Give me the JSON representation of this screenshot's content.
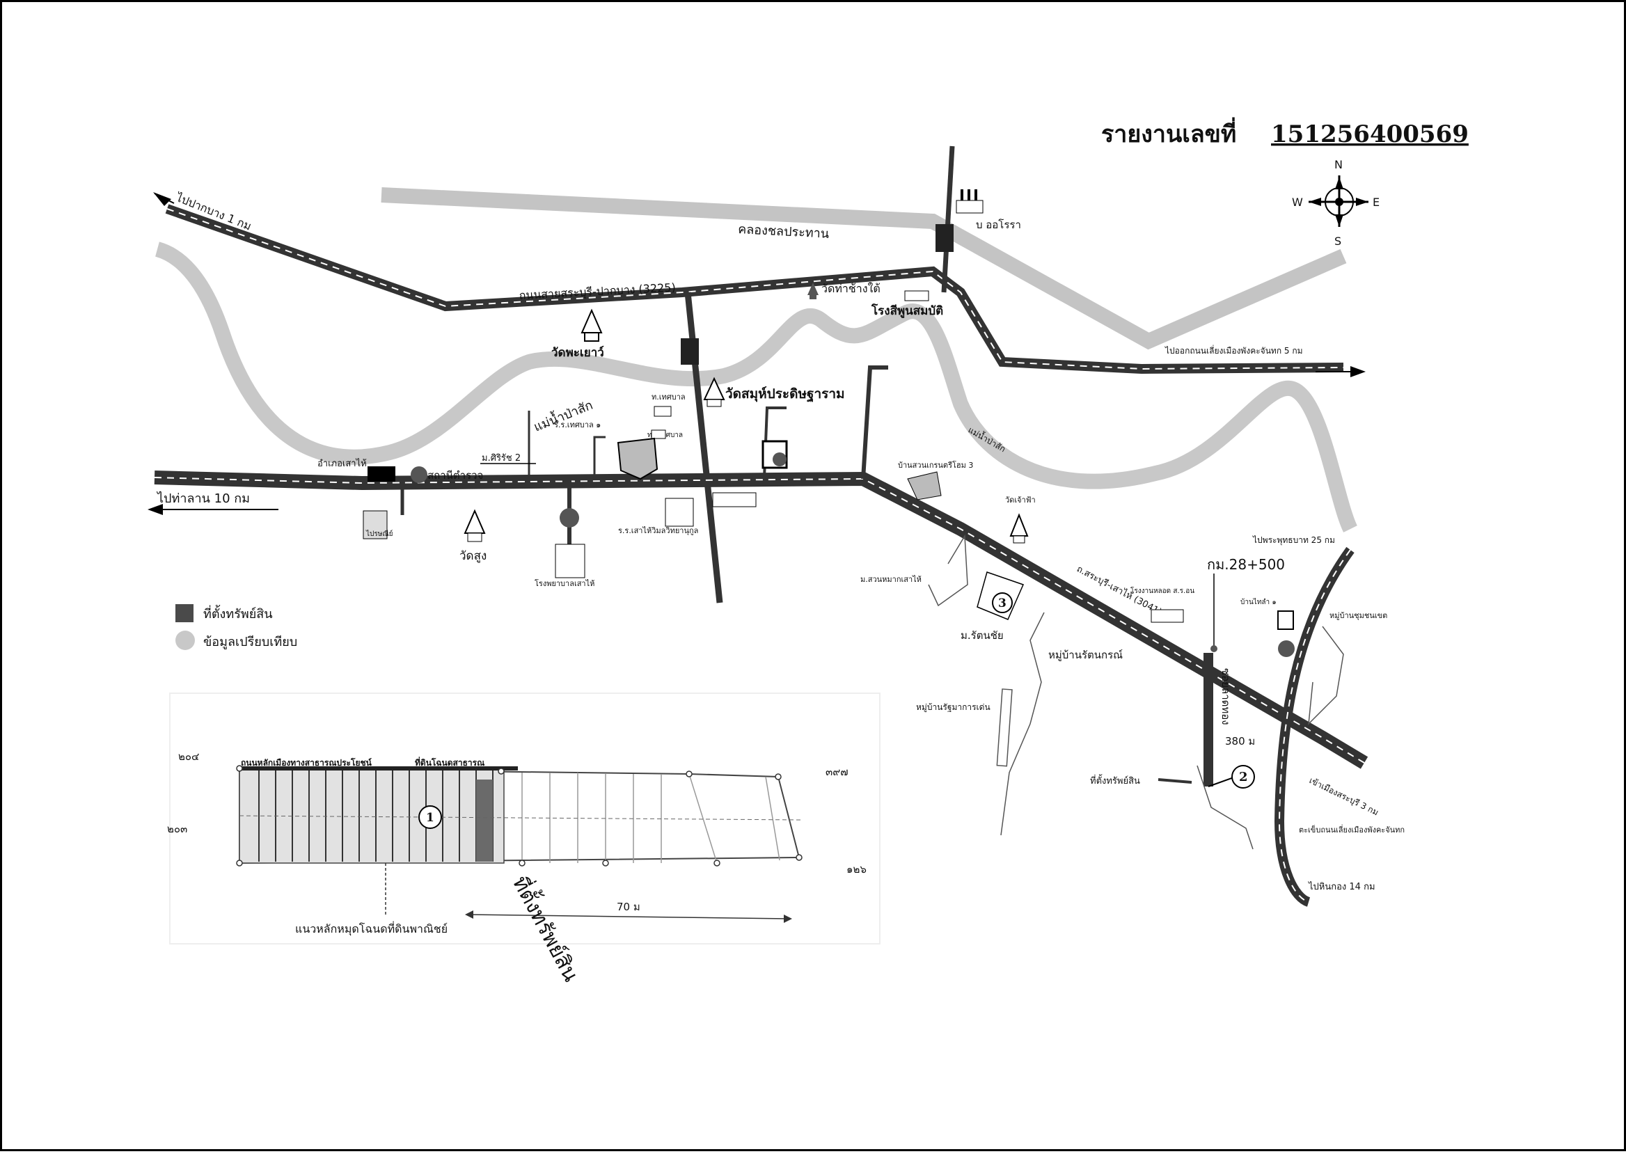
{
  "report": {
    "label": "รายงานเลขที่",
    "number": "15125640056​9"
  },
  "compass": {
    "n": "N",
    "s": "S",
    "e": "E",
    "w": "W"
  },
  "roads": {
    "to_pakbang": "ไปปากบาง 1 กม",
    "saraburi_pakbang": "ถนนสายสระบุรี-ปากบาง (3225)",
    "canal": "คลองชลประทาน",
    "to_thalan": "ไปท่าลาน 10 กม",
    "river_north": "แม่น้ำป่าสัก",
    "river_east": "แม่น้ำป่าสัก",
    "to_highway": "ไปออกถนนเลี่ยงเมืองพังคะจันทก 5 กม",
    "to_phraphutthabat": "ไปพระพุทธบาท 25 กม",
    "saraburi_saohai": "ถ.สระบุรี-เสาไห้ (3041)",
    "km_marker": "กม.28+500",
    "to_saraburi": "เข้าเมืองสระบุรี 3 กม",
    "to_hinkong": "ไปหินกอง 14 กม",
    "railway_cross": "ตะเข็บถนนเลี่ยงเมืองพังคะจันทก",
    "dist_380": "380 ม"
  },
  "places": {
    "ob_oraya": "บ ออโรรา",
    "wat_thachangtai": "วัดท่าช้างใต้",
    "rongsi": "โรงสีพูนสมบัติ",
    "wat_phayao": "วัดพะเยาว์",
    "wat_sommanat": "วัดสมุห์ประดิษฐาราม",
    "tesaban": "ท.เทศบาล",
    "tesaban_school": "ร.ร.เทศบาล ๑",
    "tesaban_office": "ทน.เทศบาล",
    "amphoe": "อำเภอเสาไห้",
    "police": "สถานีตำรวจ",
    "mu_sirirat": "ม.ศิริรัช 2",
    "post_office": "ไปรษณีย์",
    "wat_sung": "วัดสูง",
    "hospital": "โรงพยาบาลเสาไห้",
    "school_wittaya": "ร.ร.เสาไห้วิมลวิทยานุกูล",
    "ban_suan": "บ้านสวนเกรนตรีโฮม 3",
    "wat_chaopha": "วัดเจ้าฟ้า",
    "mu_suanmai": "ม.สวนหมากเสาไห้",
    "site3": "3",
    "mu_rattanachai": "ม.รัตนชัย",
    "factory": "โรงงานหลอด ส.ร.อน",
    "ban_thonglam": "บ้านไทลำ ๑",
    "village_east": "หมู่บ้านชุมชนเขต",
    "mu_rattanakorn": "หมู่บ้านรัตนกรณ์",
    "mu_rattanakarn2": "หมู่บ้านรัฐมาการเด่น",
    "soi_name": "ซอยลาดทอง",
    "site2": "2",
    "site_label_bottom": "ที่ตั้งทรัพย์สิน"
  },
  "legend": {
    "subject": "ที่ตั้งทรัพย์สิน",
    "compare": "ข้อมูลเปรียบเทียบ"
  },
  "plot": {
    "site1": "1",
    "top_road": "ถนนหลักเมืองทางสาธารณประโยชน์",
    "top_road2": "ที่ดินโฉนดสาธารณ",
    "left_top": "๒๐๔",
    "left_bottom": "๒๐๓",
    "right_top": "๓๙๗",
    "right_bottom": "๑๒๖",
    "width_label": "70 ม",
    "bottom_label": "แนวหลักหมุดโฉนดที่ดินพาณิชย์",
    "stamp": "ที่ตั้งทรัพย์สิน"
  },
  "colors": {
    "road_dark": "#333333",
    "river": "#c8c8c8",
    "subject": "#4a4a4a"
  }
}
